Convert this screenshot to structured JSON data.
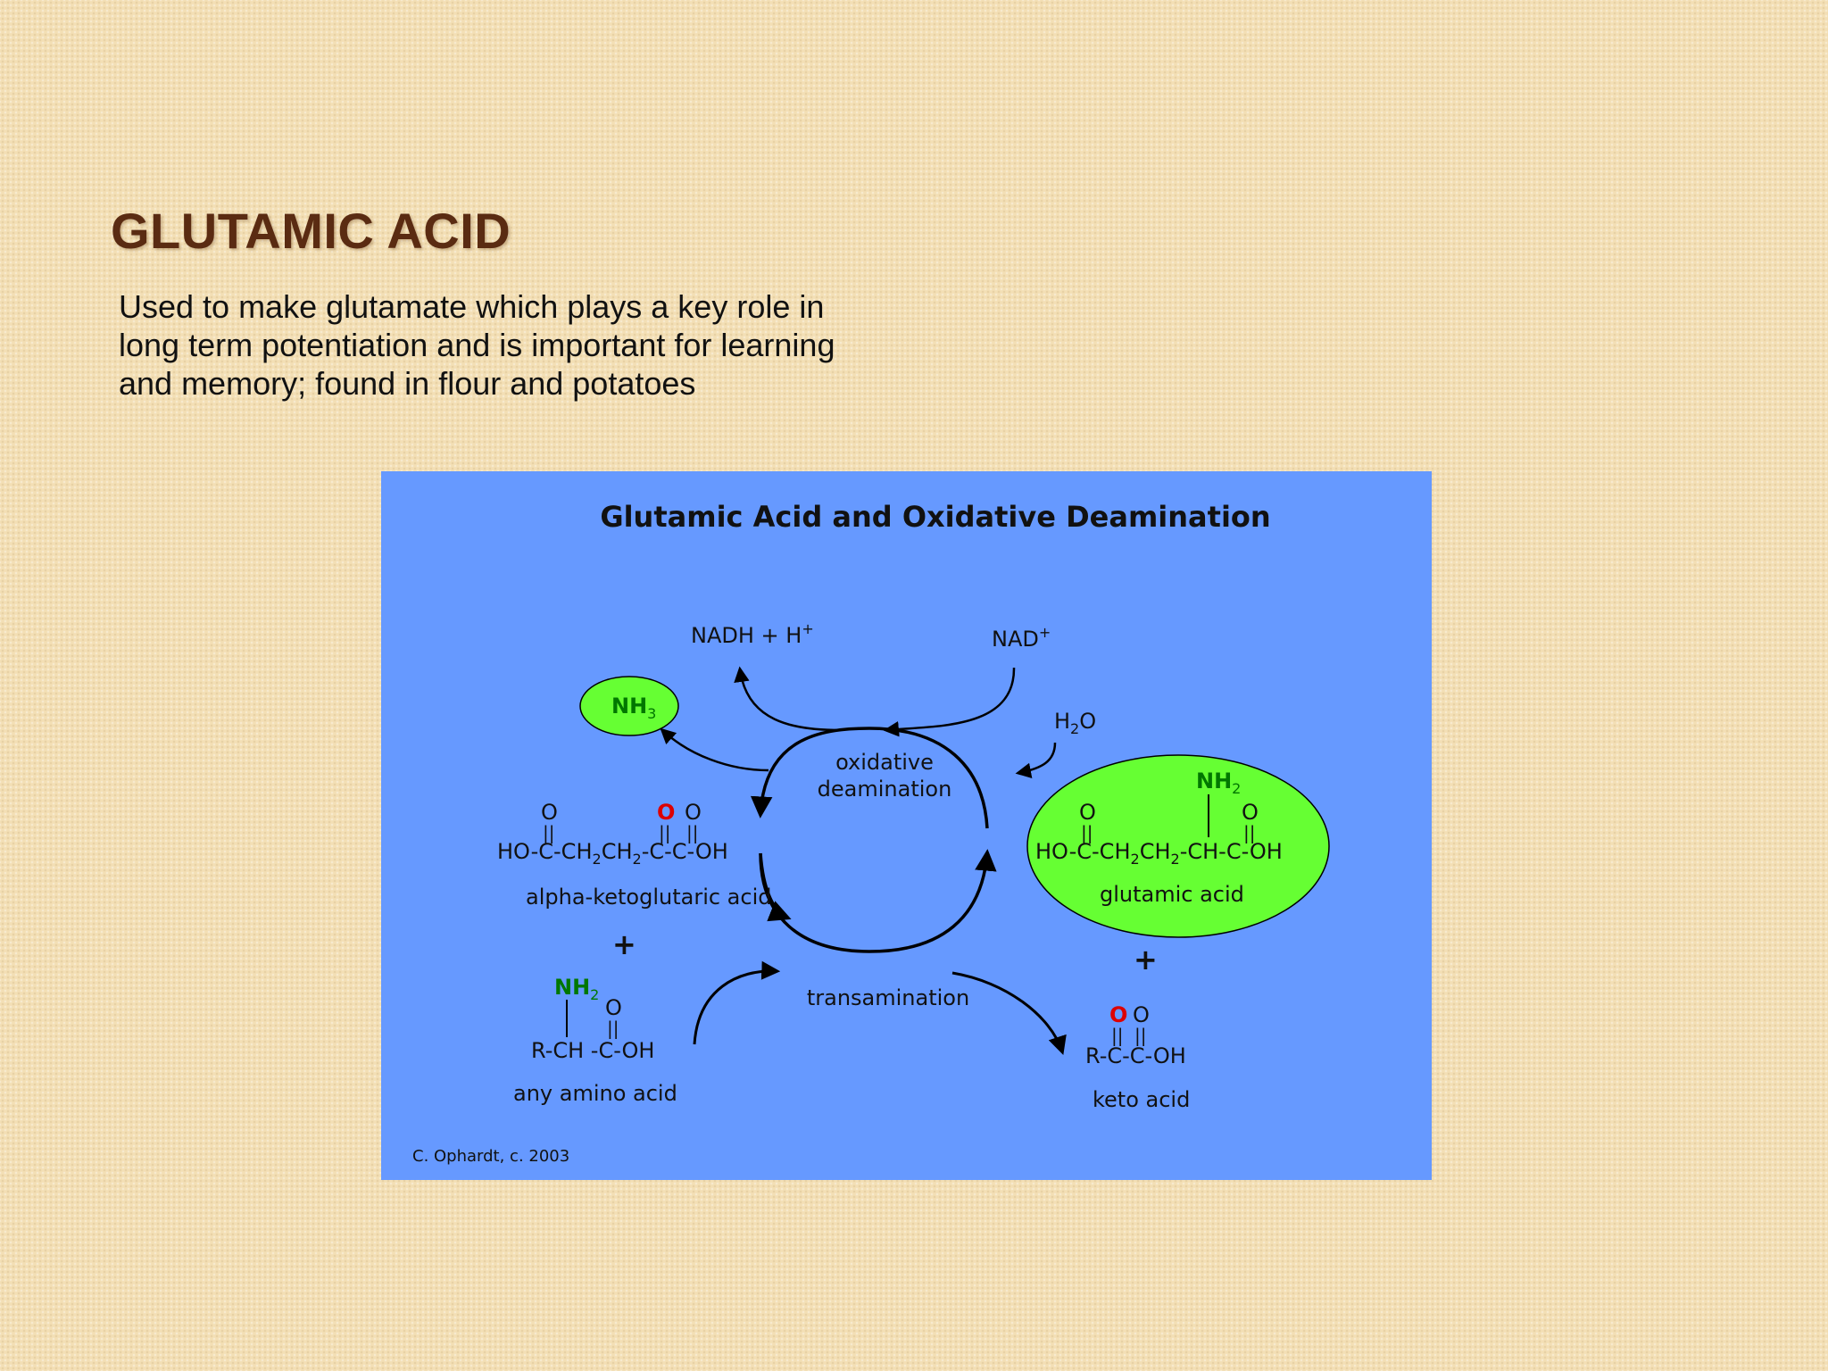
{
  "slide": {
    "title": "GLUTAMIC ACID",
    "body": "Used to make glutamate which plays a key role in long term potentiation and is important for learning and memory; found in flour and potatoes"
  },
  "figure": {
    "title": "Glutamic Acid and Oxidative Deamination",
    "credit": "C. Ophardt, c. 2003",
    "colors": {
      "background": "#6699ff",
      "highlight_green": "#66ff33",
      "amino_group_text": "#007700",
      "keto_oxygen": "#dd0000"
    },
    "labels": {
      "nadh_h": {
        "base": "NADH + H",
        "sup": "+"
      },
      "nad": {
        "base": "NAD",
        "sup": "+"
      },
      "water": {
        "pre": "H",
        "sub": "2",
        "post": "O"
      },
      "ammonia": {
        "base": "NH",
        "sub": "3"
      },
      "oxidative_deamination": [
        "oxidative",
        "deamination"
      ],
      "transamination": "transamination",
      "plus": "+",
      "sub_2": "2"
    },
    "molecules": {
      "alpha_ketoglutaric_acid": {
        "name": "alpha-ketoglutaric acid",
        "o": "O",
        "bond": "||",
        "formula": [
          "HO-C-CH",
          "CH",
          "-C-C-OH"
        ]
      },
      "glutamic_acid": {
        "name": "glutamic acid",
        "nh": "NH",
        "o": "O",
        "bond": "||",
        "formula": [
          "HO-C-CH",
          "CH",
          "-CH-C-OH"
        ]
      },
      "amino_acid": {
        "name": "any amino acid",
        "nh": "NH",
        "o": "O",
        "bond": "||",
        "formula": "R-CH -C-OH"
      },
      "keto_acid": {
        "name": "keto acid",
        "o": "O",
        "bond": "||",
        "formula": "R-C-C-OH"
      }
    }
  }
}
